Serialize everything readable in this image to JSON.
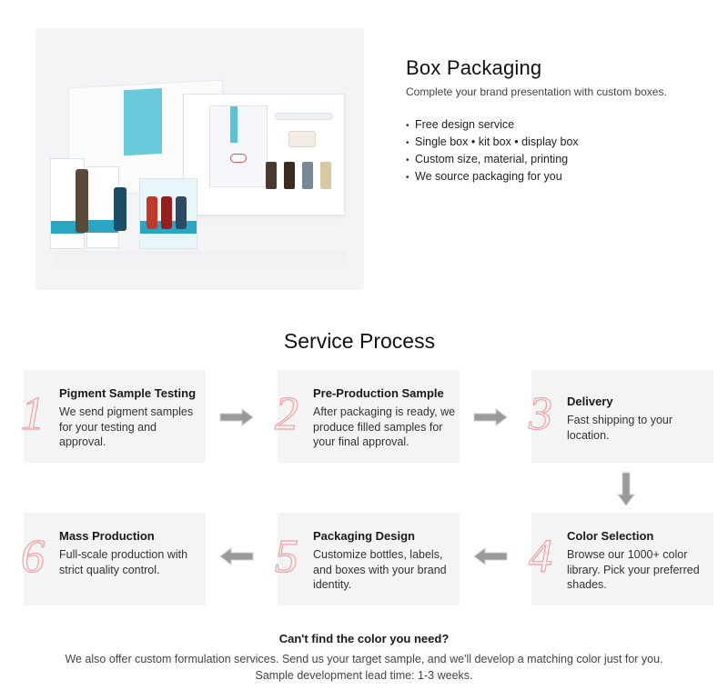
{
  "packaging": {
    "title": "Box Packaging",
    "subtitle": "Complete your brand presentation with custom boxes.",
    "features": [
      "Free design service",
      "Single box  •  kit box  •  display box",
      "Custom size, material, printing",
      "We source packaging for you"
    ],
    "image_alt": "box-packaging-product-photo"
  },
  "process": {
    "title": "Service Process",
    "steps": [
      {
        "number": "1",
        "title": "Pigment Sample Testing",
        "desc": "We send pigment samples for your testing and approval."
      },
      {
        "number": "2",
        "title": "Pre-Production Sample",
        "desc": "After packaging is ready, we produce filled samples for your final approval."
      },
      {
        "number": "3",
        "title": "Delivery",
        "desc": "Fast shipping to your location."
      },
      {
        "number": "4",
        "title": "Color Selection",
        "desc": "Browse our 1000+ color library. Pick your preferred shades."
      },
      {
        "number": "5",
        "title": "Packaging Design",
        "desc": "Customize bottles, labels, and boxes with your brand identity."
      },
      {
        "number": "6",
        "title": "Mass Production",
        "desc": "Full-scale production with strict quality control."
      }
    ]
  },
  "footer": {
    "question": "Can't find the color you need?",
    "line1": "We also offer custom formulation services. Send us your target sample, and we'll develop a matching color just for you.",
    "line2": "Sample development lead time: 1-3 weeks."
  },
  "colors": {
    "accent_teal": "#2aa6c3",
    "step_number_outline": "#f1a2a2",
    "card_bg": "#f4f4f4",
    "arrow_gray": "#9a9a9a"
  },
  "icons": [
    "arrow-right-icon",
    "arrow-down-icon",
    "arrow-left-icon"
  ]
}
